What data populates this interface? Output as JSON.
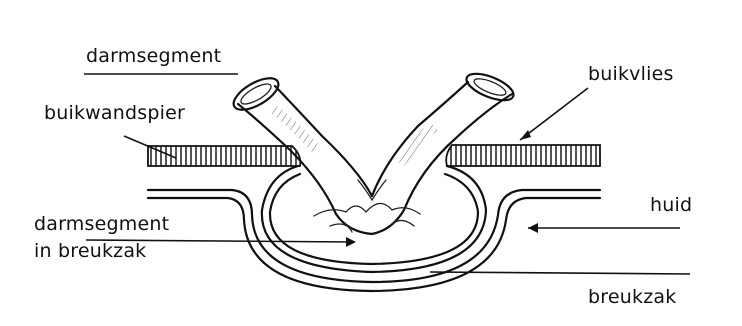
{
  "labels": {
    "darmsegment": "darmsegment",
    "buikwandspier": "buikwandspier",
    "buikvlies": "buikvlies",
    "huid": "huid",
    "darmsegment_breukzak_line1": "darmsegment",
    "darmsegment_breukzak_line2": "in breukzak",
    "breukzak": "breukzak"
  },
  "colors": {
    "ink": "#111111",
    "background": "#ffffff"
  }
}
